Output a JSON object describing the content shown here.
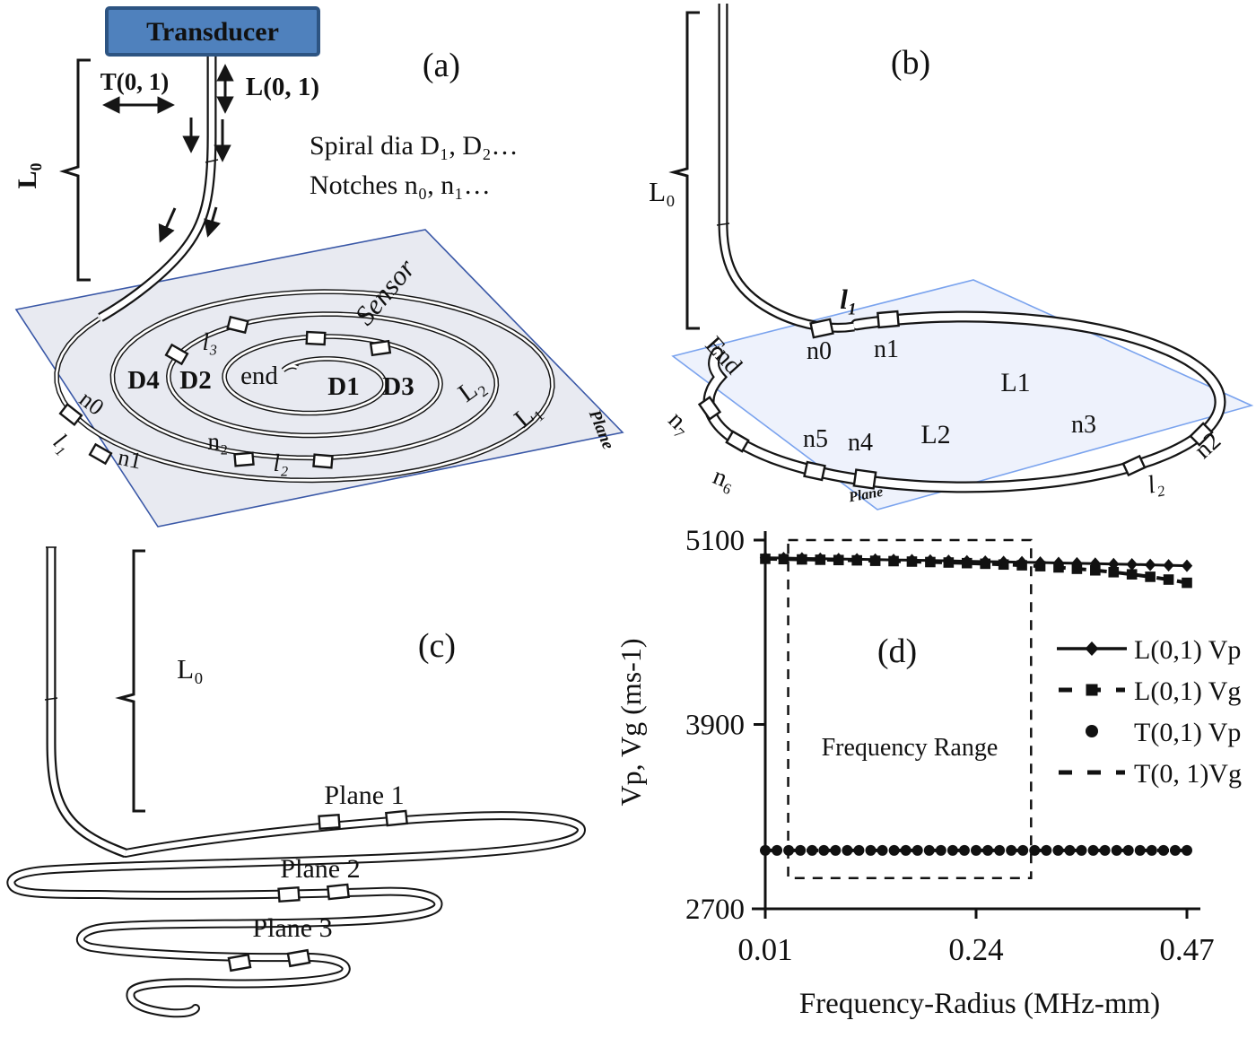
{
  "panel_labels": {
    "a": "(a)",
    "b": "(b)",
    "c": "(c)",
    "d": "(d)"
  },
  "panel_a": {
    "transducer_label": "Transducer",
    "torsional_mode": "T(0, 1)",
    "longitudinal_mode": "L(0, 1)",
    "lead_length": "L₀",
    "note_line1": "Spiral dia D₁, D₂…",
    "note_line2": "Notches n₀, n₁…",
    "sensor_label": "Sensor",
    "plane_label": "Plane",
    "spiral_labels": {
      "d4": "D4",
      "d2": "D2",
      "end": "end",
      "d1": "D1",
      "d3": "D3",
      "l3": "l₃",
      "n2": "n₂",
      "l2": "l₂",
      "n0": "n0",
      "l1": "l₁",
      "n1": "n1",
      "L2": "L₂",
      "L1": "L₁"
    }
  },
  "panel_b": {
    "lead_length": "L₀",
    "end_label": "End",
    "plane_label": "Plane",
    "loop_labels": {
      "l1": "l₁",
      "n0": "n0",
      "n1": "n1",
      "L1": "L1",
      "n3": "n3",
      "n2": "n2",
      "l2": "l₂",
      "L2": "L2",
      "n4": "n4",
      "n5": "n5",
      "n6": "n₆",
      "n7": "n₇"
    }
  },
  "panel_c": {
    "lead_length": "L₀",
    "plane1": "Plane 1",
    "plane2": "Plane 2",
    "plane3": "Plane 3"
  },
  "chart_data": {
    "type": "line",
    "title": "",
    "xlabel": "Frequency-Radius (MHz-mm)",
    "ylabel": "Vp, Vg (ms-1)",
    "xlim": [
      0.01,
      0.47
    ],
    "ylim": [
      2700,
      5100
    ],
    "x_ticks": [
      0.01,
      0.24,
      0.47
    ],
    "y_ticks": [
      5100,
      3900,
      2700
    ],
    "grid": false,
    "legend_position": "right",
    "annotation": {
      "label": "Frequency Range",
      "x_range": [
        0.035,
        0.3
      ],
      "y_range": [
        2900,
        5100
      ]
    },
    "series": [
      {
        "name": "L(0,1) Vp",
        "marker": "diamond",
        "line": "solid",
        "x": [
          0.01,
          0.03,
          0.05,
          0.07,
          0.09,
          0.11,
          0.13,
          0.15,
          0.17,
          0.19,
          0.21,
          0.23,
          0.25,
          0.27,
          0.29,
          0.31,
          0.33,
          0.35,
          0.37,
          0.39,
          0.41,
          0.43,
          0.45,
          0.47
        ],
        "values": [
          4985,
          4983,
          4981,
          4979,
          4977,
          4975,
          4973,
          4971,
          4969,
          4967,
          4965,
          4962,
          4960,
          4958,
          4956,
          4954,
          4951,
          4949,
          4947,
          4944,
          4942,
          4939,
          4936,
          4933
        ]
      },
      {
        "name": "L(0,1) Vg",
        "marker": "square",
        "line": "dashed",
        "x": [
          0.01,
          0.03,
          0.05,
          0.07,
          0.09,
          0.11,
          0.13,
          0.15,
          0.17,
          0.19,
          0.21,
          0.23,
          0.25,
          0.27,
          0.29,
          0.31,
          0.33,
          0.35,
          0.37,
          0.39,
          0.41,
          0.43,
          0.45,
          0.47
        ],
        "values": [
          4978,
          4976,
          4974,
          4972,
          4970,
          4968,
          4965,
          4963,
          4960,
          4957,
          4954,
          4950,
          4946,
          4941,
          4936,
          4930,
          4922,
          4913,
          4903,
          4891,
          4877,
          4861,
          4843,
          4822
        ]
      },
      {
        "name": "T(0,1) Vp",
        "marker": "circle",
        "line": "none",
        "x_start": 0.01,
        "x_end": 0.47,
        "n_points": 37,
        "value_const": 3080
      },
      {
        "name": "T(0, 1)Vg",
        "marker": "none",
        "line": "dashed",
        "x_start": 0.01,
        "x_end": 0.47,
        "n_points": 2,
        "value_const": 3080
      }
    ]
  }
}
